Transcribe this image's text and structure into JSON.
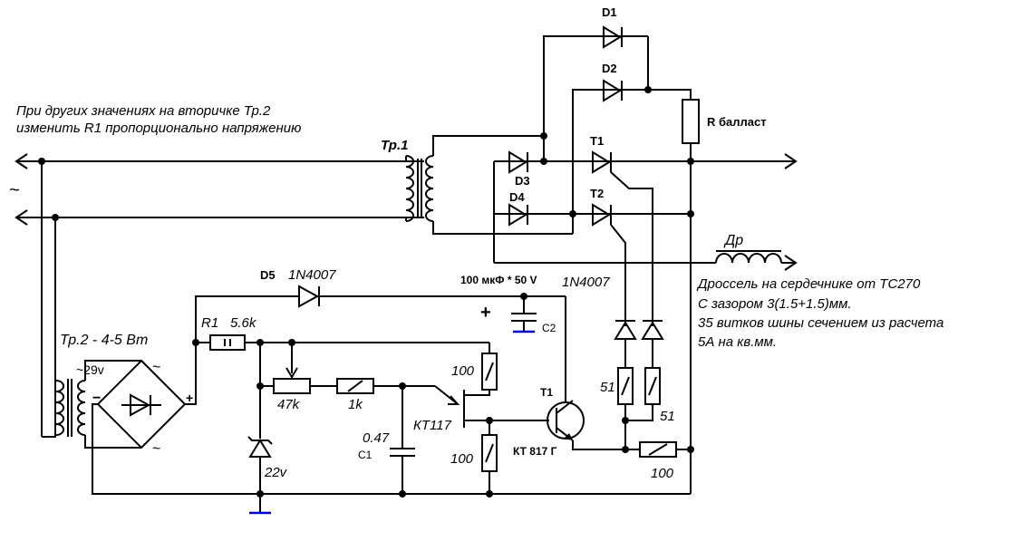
{
  "notes": {
    "top_line1": "При других значениях на вторичке Тр.2",
    "top_line2": "изменить R1 пропорционально напряжению",
    "choke_line1": "Дроссель на сердечнике от ТС270",
    "choke_line2": "С зазором 3(1.5+1.5)мм.",
    "choke_line3": "35 витков шины сечением из расчета",
    "choke_line4": "5А на кв.мм."
  },
  "labels": {
    "d1": "D1",
    "d2": "D2",
    "d3": "D3",
    "d4": "D4",
    "d5": "D5",
    "d5_part": "1N4007",
    "right_diodes_part": "1N4007",
    "t1_triac": "T1",
    "t2_triac": "T2",
    "r_ballast": "R  балласт",
    "tr1": "Тр.1",
    "tr2": "Тр.2 - 4-5 Вт",
    "tr2_voltage": "~29v",
    "ac_symbol": "~",
    "choke": "Др",
    "c2_value": "100 мкФ * 50 V",
    "c2": "C2",
    "r1": "R1",
    "r1_value": "5.6k",
    "pot": "47k",
    "r_1k": "1k",
    "c1_value": "0.47",
    "c1": "C1",
    "zener": "22v",
    "ujt": "КТ117",
    "r_100_top": "100",
    "r_100_bottom": "100",
    "r_100_right": "100",
    "t1_transistor": "T1",
    "transistor_part": "КТ 817 Г",
    "r_51_left": "51",
    "r_51_right": "51",
    "bridge_minus": "−",
    "bridge_plus": "+",
    "bridge_ac_top": "~",
    "bridge_ac_bottom": "~"
  },
  "colors": {
    "wire": "#000000",
    "ground": "#0000cc",
    "background": "#ffffff"
  }
}
